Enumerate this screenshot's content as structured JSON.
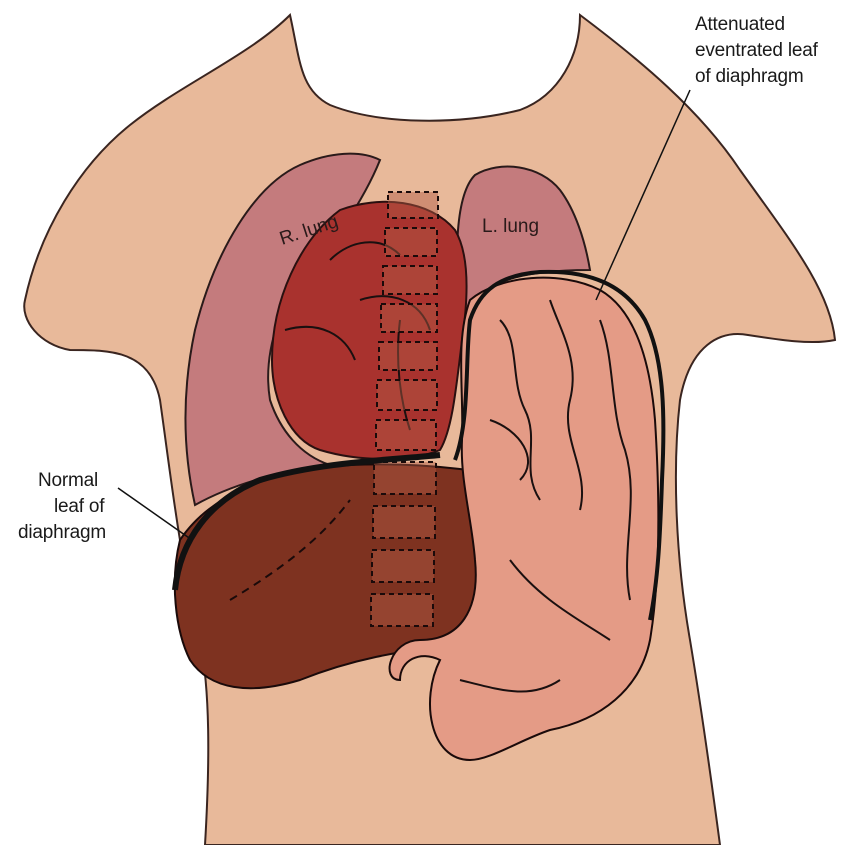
{
  "labels": {
    "right_lung": "R. lung",
    "left_lung": "L. lung",
    "attenuated_line1": "Attenuated",
    "attenuated_line2": "eventrated leaf",
    "attenuated_line3": "of diaphragm",
    "normal_line1": "Normal",
    "normal_line2": "leaf of",
    "normal_line3": "diaphragm"
  },
  "colors": {
    "skin": "#e8b99a",
    "lung": "#c47b7d",
    "heart": "#a9322e",
    "liver": "#7e3220",
    "bowel": "#e49b86",
    "spine": "#b25a45"
  }
}
